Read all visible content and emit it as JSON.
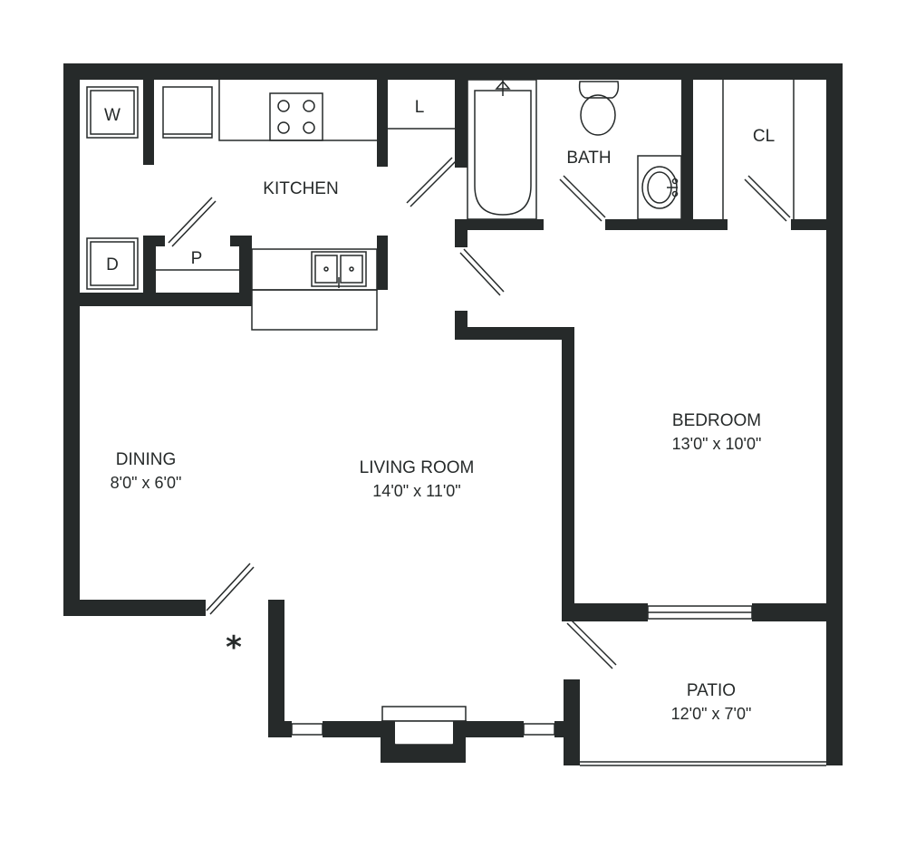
{
  "rooms": {
    "kitchen": {
      "name": "KITCHEN"
    },
    "bath": {
      "name": "BATH"
    },
    "closet": {
      "name": "CL"
    },
    "linen": {
      "name": "L"
    },
    "pantry": {
      "name": "P"
    },
    "washer": {
      "name": "W"
    },
    "dryer": {
      "name": "D"
    },
    "dining": {
      "name": "DINING",
      "size": "8'0\" x 6'0\""
    },
    "living": {
      "name": "LIVING ROOM",
      "size": "14'0\" x 11'0\""
    },
    "bedroom": {
      "name": "BEDROOM",
      "size": "13'0\" x 10'0\""
    },
    "patio": {
      "name": "PATIO",
      "size": "12'0\" x 7'0\""
    }
  },
  "entry_marker": "*",
  "colors": {
    "wall": "#262a2a",
    "background": "#ffffff"
  },
  "icons": [
    "stove-icon",
    "sink-icon",
    "bathtub-icon",
    "toilet-icon",
    "vanity-sink-icon",
    "fireplace-icon"
  ]
}
